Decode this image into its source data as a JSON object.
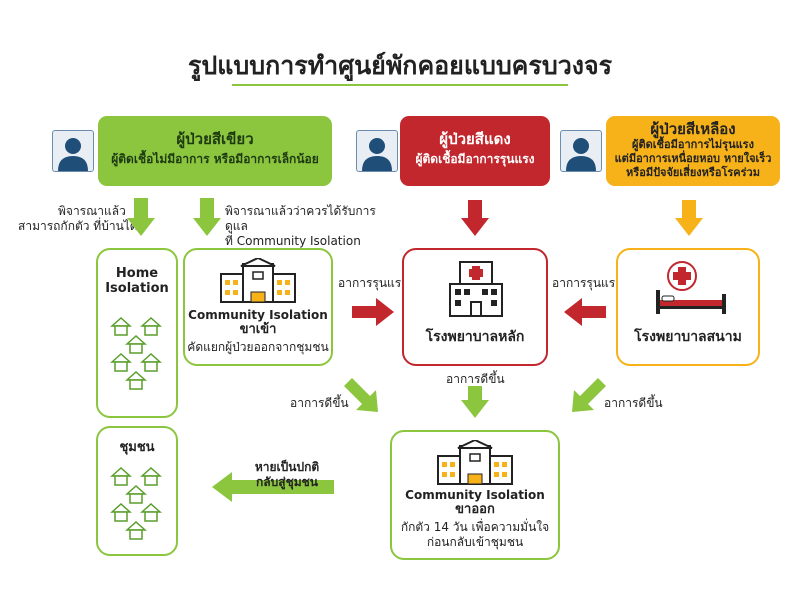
{
  "title": "รูปแบบการทำศูนย์พักคอยแบบครบวงจร",
  "patients": {
    "green": {
      "title": "ผู้ป่วยสีเขียว",
      "desc": "ผู้ติดเชื้อไม่มีอาการ หรือมีอาการเล็กน้อย",
      "color": "#8cc63f"
    },
    "red": {
      "title": "ผู้ป่วยสีแดง",
      "desc": "ผู้ติดเชื้อมีอาการรุนแรง",
      "color": "#c1272d"
    },
    "yellow": {
      "title": "ผู้ป่วยสีเหลือง",
      "desc_line1": "ผู้ติดเชื้อมีอาการไม่รุนแรง",
      "desc_line2": "แต่มีอาการเหนื่อยหอบ หายใจเร็ว",
      "desc_line3": "หรือมีปัจจัยเสี่ยงหรือโรคร่วม",
      "color": "#f7b21a"
    }
  },
  "labels": {
    "home_consider_1": "พิจารณาแล้ว",
    "home_consider_2": "สามารถกักตัว ที่บ้านได้",
    "ci_consider_1": "พิจารณาแล้วว่าควรได้รับการดูแล",
    "ci_consider_2": "ที่ Community Isolation",
    "severe_left": "อาการรุนแรง",
    "severe_right": "อาการรุนแรง",
    "better_left": "อาการดีขึ้น",
    "better_center": "อาการดีขึ้น",
    "better_right": "อาการดีขึ้น",
    "recovered_1": "หายเป็นปกติ",
    "recovered_2": "กลับสู่ชุมชน"
  },
  "boxes": {
    "home": {
      "line1": "Home",
      "line2": "Isolation"
    },
    "ci_in": {
      "line1": "Community Isolation",
      "line2": "ขาเข้า",
      "line3": "คัดแยกผู้ป่วยออกจากชุมชน"
    },
    "main_hospital": {
      "label": "โรงพยาบาลหลัก"
    },
    "field_hospital": {
      "label": "โรงพยาบาลสนาม"
    },
    "community": {
      "label": "ชุมชน"
    },
    "ci_out": {
      "line1": "Community Isolation",
      "line2": "ขาออก",
      "line3": "กักตัว 14 วัน เพื่อความมั่นใจ",
      "line4": "ก่อนกลับเข้าชุมชน"
    }
  }
}
